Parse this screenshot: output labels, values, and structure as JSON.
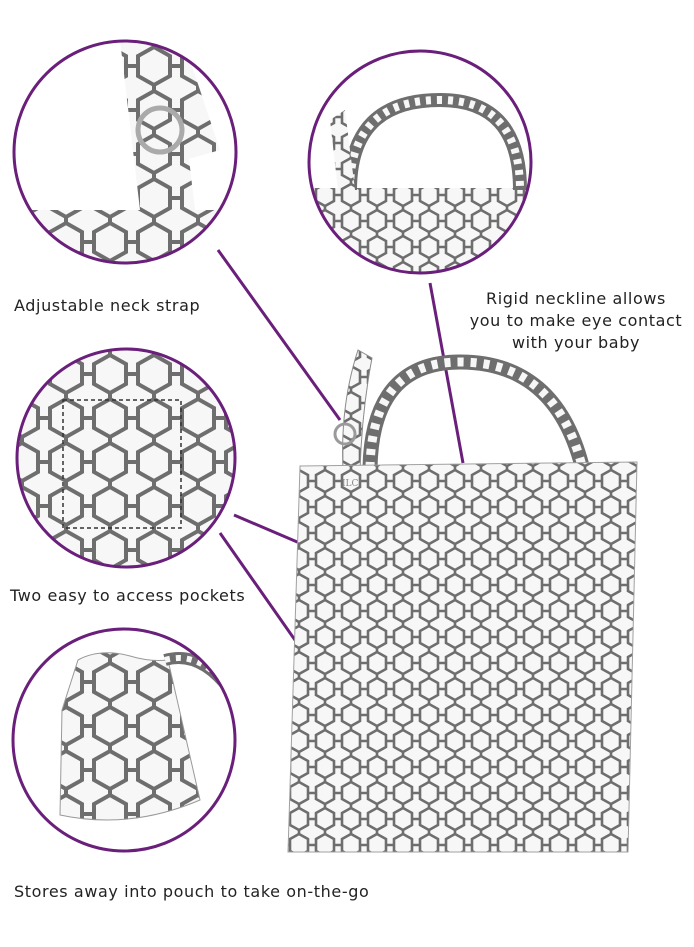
{
  "theme": {
    "accent": "#6a1f7a",
    "pattern_ink": "#6e6e6e",
    "fabric": "#f7f7f7"
  },
  "features": {
    "neck_strap": {
      "label": "Adjustable neck strap",
      "icon": "neck-strap-closeup"
    },
    "neckline": {
      "line1": "Rigid neckline allows",
      "line2": "you to make eye contact",
      "line3": "with your baby",
      "icon": "neckline-closeup"
    },
    "pockets": {
      "label": "Two easy to access pockets",
      "icon": "pocket-closeup"
    },
    "pouch": {
      "label": "Stores away into pouch to take on-the-go",
      "icon": "pouch-closeup"
    }
  },
  "product": {
    "brand_mark": "ILC"
  }
}
